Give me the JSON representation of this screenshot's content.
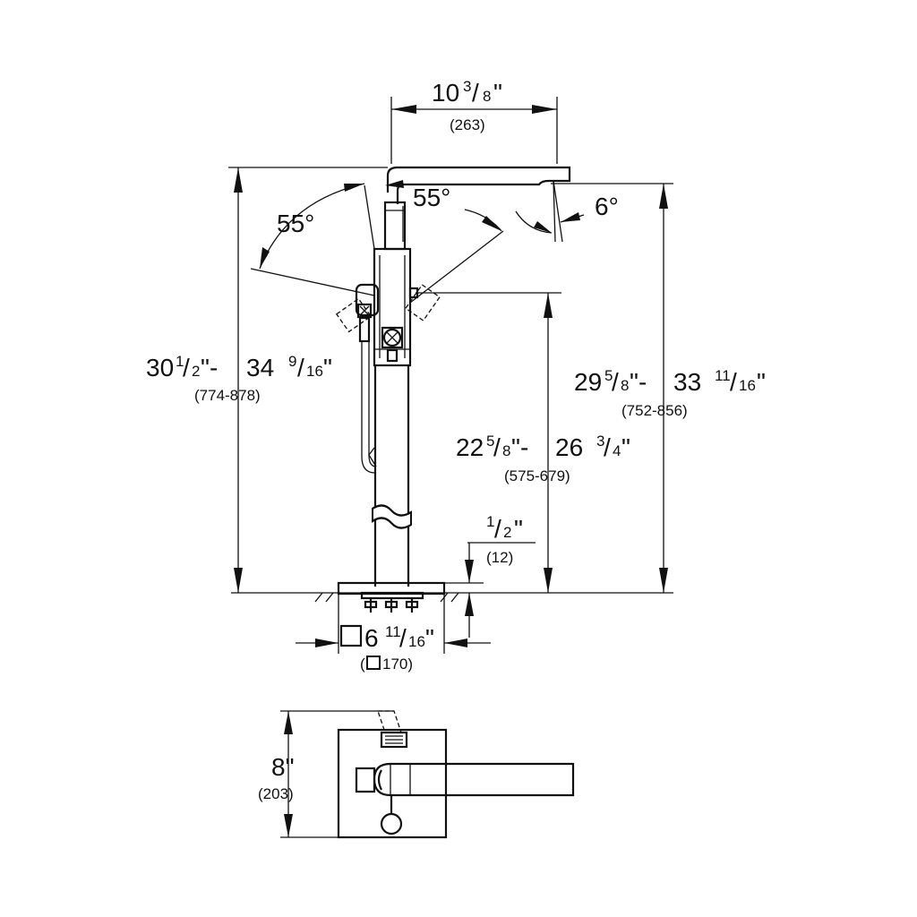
{
  "dimensions": {
    "spout_reach": {
      "whole": "10",
      "num": "3",
      "den": "8",
      "unit": "\"",
      "metric": "(263)"
    },
    "swivel_left": {
      "value": "55°"
    },
    "swivel_right": {
      "value": "55°"
    },
    "spout_angle": {
      "value": "6°"
    },
    "overall_height": {
      "a_whole": "30",
      "a_num": "1",
      "a_den": "2",
      "sep": "\"- ",
      "b_whole": "34",
      "b_num": "9",
      "b_den": "16",
      "unit": "\"",
      "metric": "(774-878)"
    },
    "spout_height": {
      "a_whole": "29",
      "a_num": "5",
      "a_den": "8",
      "sep": "\"- ",
      "b_whole": "33",
      "b_num": "11",
      "b_den": "16",
      "unit": "\"",
      "metric": "(752-856)"
    },
    "valve_height": {
      "a_whole": "22",
      "a_num": "5",
      "a_den": "8",
      "sep": "\"- ",
      "b_whole": "26",
      "b_num": "3",
      "b_den": "4",
      "unit": "\"",
      "metric": "(575-679)"
    },
    "floor_offset": {
      "num": "1",
      "den": "2",
      "unit": "\"",
      "metric": "(12)"
    },
    "base_plate": {
      "whole": "6",
      "num": "11",
      "den": "16",
      "unit": "\"",
      "metric_prefix": "(",
      "metric_value": "170)"
    },
    "plan_depth": {
      "value": "8\"",
      "metric": "(203)"
    }
  }
}
